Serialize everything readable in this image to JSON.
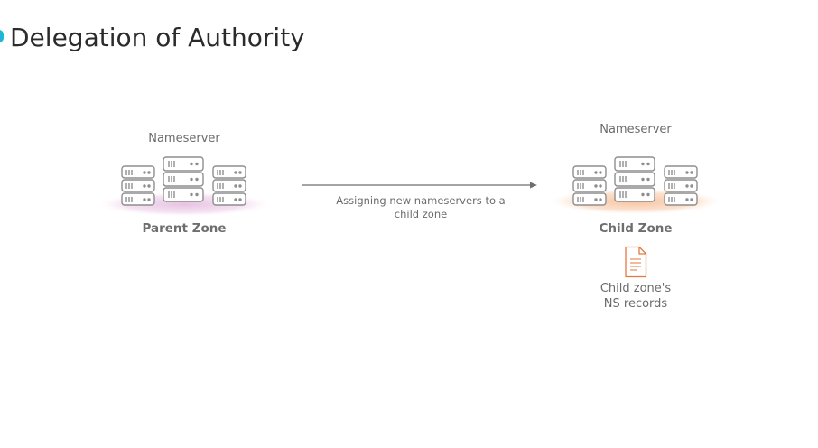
{
  "title": "Delegation of Authority",
  "colors": {
    "accent_dot": "#1fb6d6",
    "parent_glow": "#e9c9e6",
    "child_glow": "#f8c9a6",
    "server_stroke": "#8e8e8e",
    "document_stroke": "#e27a3f"
  },
  "parent": {
    "nameserver_label": "Nameserver",
    "zone_label": "Parent Zone"
  },
  "arrow": {
    "label_line1": "Assigning new nameservers to a",
    "label_line2": "child zone"
  },
  "child": {
    "nameserver_label": "Nameserver",
    "zone_label": "Child Zone",
    "records_line1": "Child zone's",
    "records_line2": "NS records",
    "records_icon": "document-icon"
  }
}
